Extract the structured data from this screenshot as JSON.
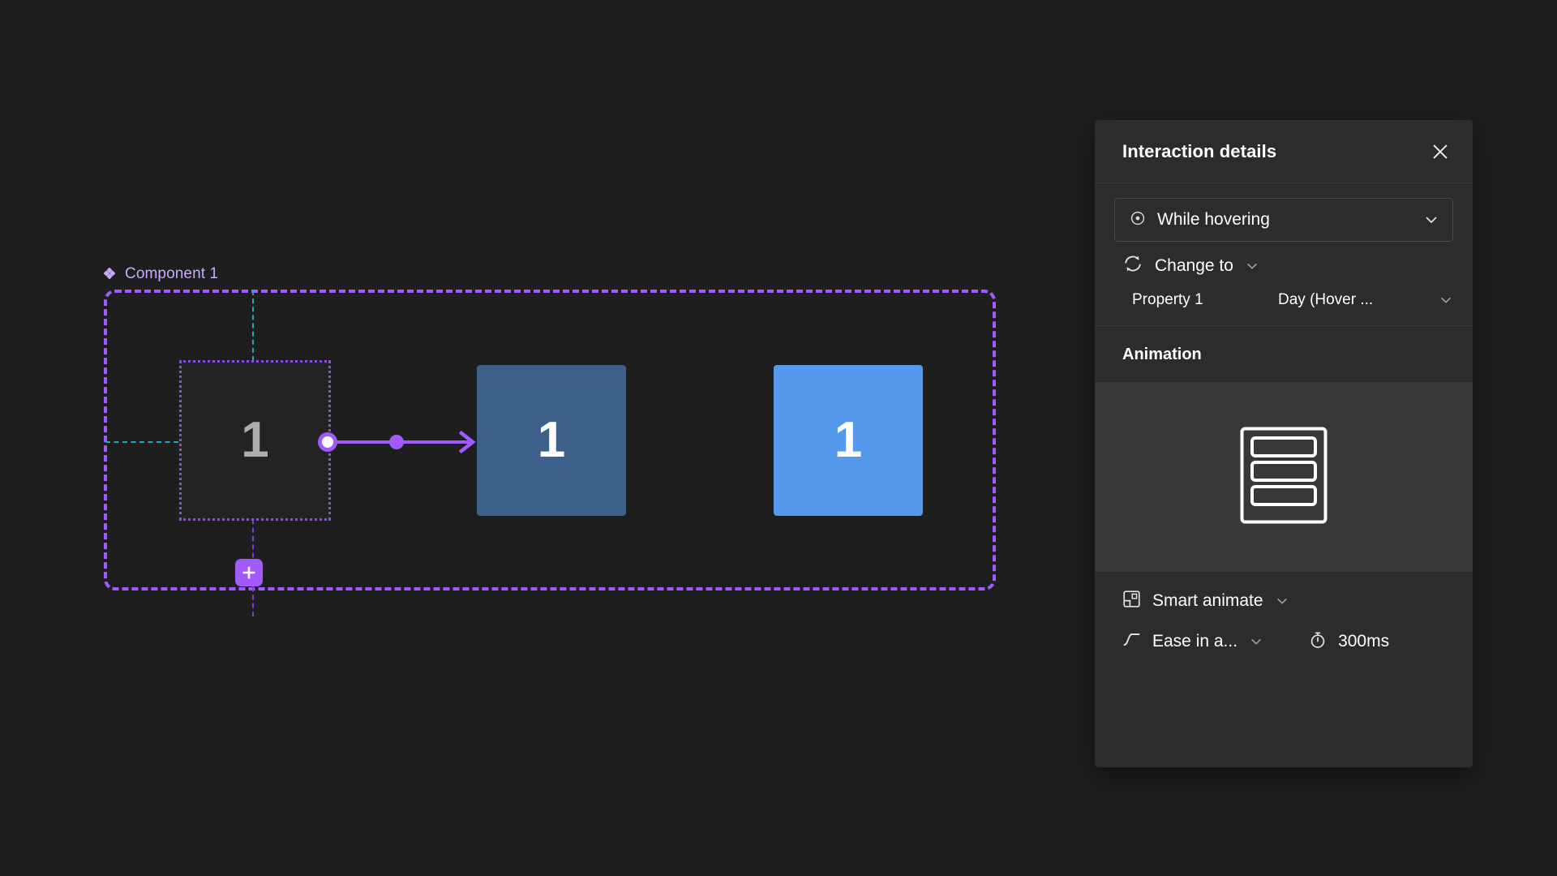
{
  "canvas": {
    "component": {
      "label": "Component 1",
      "icon": "component-diamond-icon",
      "frame_color": "#A259FF",
      "guide_color": "#1EA7C5"
    },
    "variants": [
      {
        "id": "variant-1-selected",
        "number": "1",
        "fill": "#232323",
        "text_color": "#ADADAD",
        "state": "selected-dotted"
      },
      {
        "id": "variant-2-muted",
        "number": "1",
        "fill": "#3C6089",
        "text_color": "#FFFFFF",
        "state": "default"
      },
      {
        "id": "variant-3-bright",
        "number": "1",
        "fill": "#5599EC",
        "text_color": "#FFFFFF",
        "state": "default"
      }
    ],
    "connector": {
      "color": "#A259FF",
      "from": "variant-1-selected",
      "to": "variant-2-muted"
    },
    "add_variant_button": {
      "glyph": "+",
      "color": "#A259FF",
      "name": "plus-icon"
    }
  },
  "panel": {
    "title": "Interaction details",
    "close_icon": "close-icon",
    "trigger": {
      "icon": "trigger-target-icon",
      "value": "While hovering",
      "chevron": "chevron-down-icon"
    },
    "action": {
      "icon": "change-to-swap-icon",
      "value": "Change to",
      "chevron": "chevron-down-icon"
    },
    "property": {
      "name": "Property 1",
      "value": "Day (Hover ...",
      "chevron": "chevron-down-icon"
    },
    "animation": {
      "section_title": "Animation",
      "preview_icon": "list-layout-preview-icon",
      "type": {
        "icon": "smart-animate-icon",
        "value": "Smart animate",
        "chevron": "chevron-down-icon"
      },
      "easing": {
        "icon": "easing-curve-icon",
        "value": "Ease in a...",
        "chevron": "chevron-down-icon"
      },
      "duration": {
        "icon": "stopwatch-icon",
        "value": "300ms"
      }
    }
  }
}
